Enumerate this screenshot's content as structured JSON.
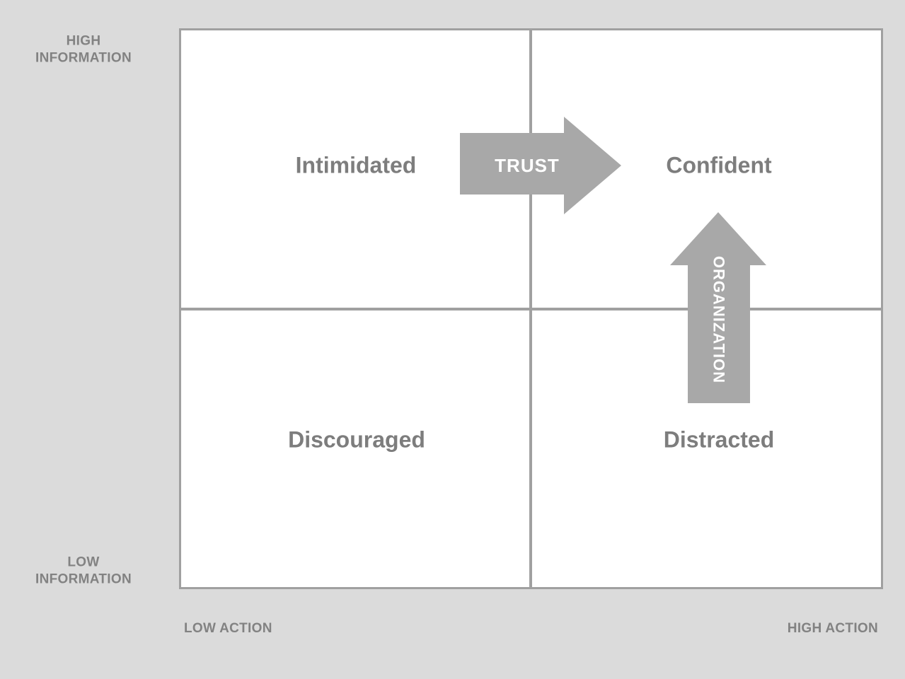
{
  "diagram": {
    "type": "2x2-quadrant-matrix",
    "quadrants": [
      {
        "position": "top-left",
        "label": "Intimidated"
      },
      {
        "position": "top-right",
        "label": "Confident"
      },
      {
        "position": "bottom-left",
        "label": "Discouraged"
      },
      {
        "position": "bottom-right",
        "label": "Distracted"
      }
    ],
    "arrows": [
      {
        "id": "trust",
        "label": "TRUST",
        "direction": "right",
        "from": "Intimidated",
        "to": "Confident"
      },
      {
        "id": "organization",
        "label": "ORGANIZATION",
        "direction": "up",
        "from": "Distracted",
        "to": "Confident"
      }
    ],
    "axes": {
      "y_top_label": "HIGH\nINFORMATION",
      "y_bottom_label": "LOW\nINFORMATION",
      "x_low_label": "LOW ACTION",
      "x_high_label": "HIGH ACTION"
    },
    "colors": {
      "page_background": "#dbdbdb",
      "quadrant_background": "#ffffff",
      "grid_line": "#a0a0a0",
      "arrow_fill": "#a8a8a8",
      "arrow_text": "#ffffff",
      "label_text": "#7d7d7d",
      "axis_text": "#828282"
    }
  }
}
